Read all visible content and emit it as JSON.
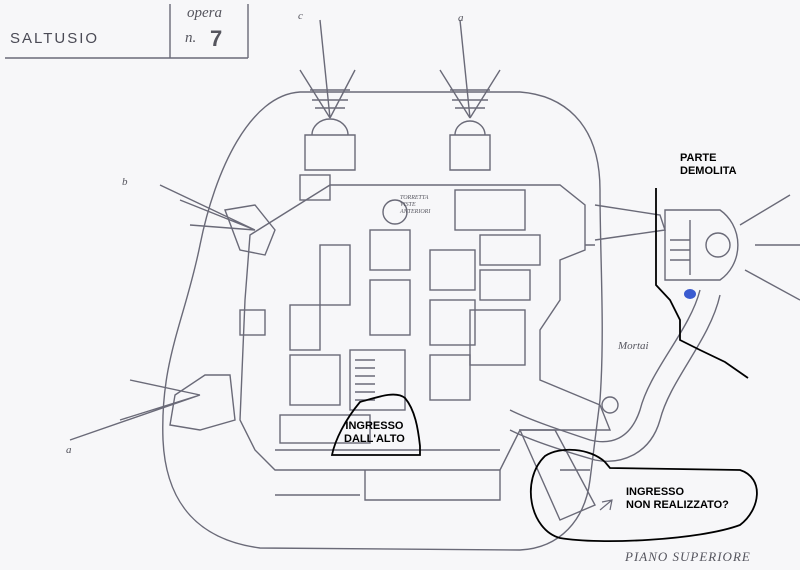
{
  "header": {
    "site_name": "SALTUSIO",
    "opera_label": "opera",
    "opera_number_prefix": "n.",
    "opera_number": "7"
  },
  "plan": {
    "caption": "PIANO SUPERIORE",
    "handwritten_note": "Mortai",
    "sectors": [
      "a",
      "b",
      "c",
      "a"
    ],
    "small_tower_note": "TORRETTA VISTE ANTERIORI",
    "annotations": {
      "demolished": [
        "PARTE",
        "DEMOLITA"
      ],
      "upper_entrance": [
        "INGRESSO",
        "DALL'ALTO"
      ],
      "unbuilt_entrance": [
        "INGRESSO",
        "NON REALIZZATO?"
      ]
    }
  },
  "colors": {
    "paper": "#f7f7f9",
    "drawing": "#6a6a78",
    "annotation": "#000000",
    "marker_blue": "#3a5bd0"
  }
}
